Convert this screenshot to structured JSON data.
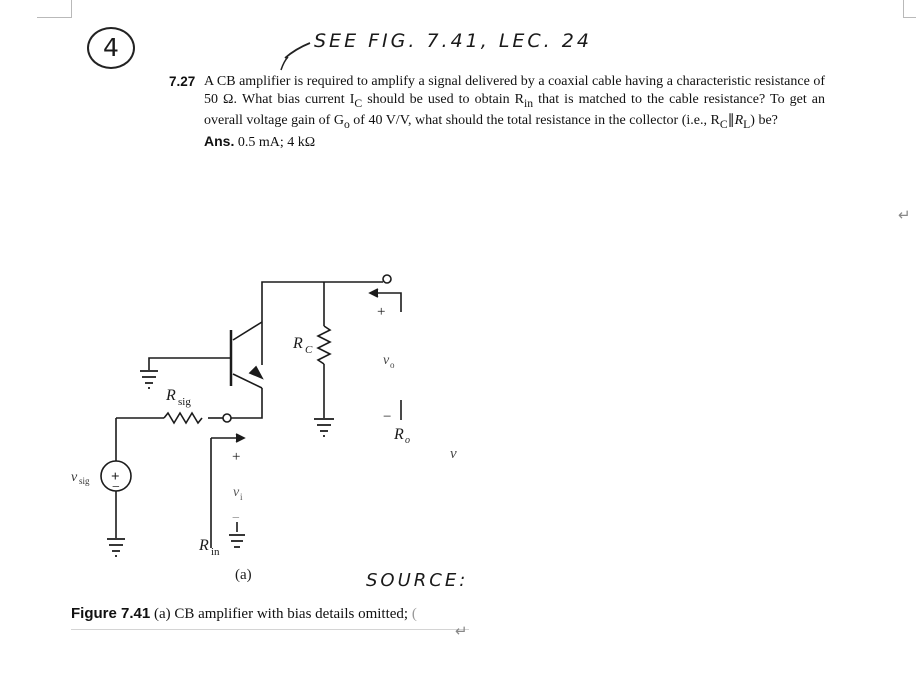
{
  "annotations": {
    "badge": "4",
    "top_note": "SEE FIG. 7.41, LEC. 24",
    "source_note": "SOURCE:"
  },
  "problem": {
    "number": "7.27",
    "lines": [
      "A CB amplifier is required to amplify a signal delivered by a coaxial cable having a characteristic",
      "resistance of 50 Ω. What bias current I",
      "should be used to obtain R",
      "that is matched to the cable",
      "resistance? To get an overall voltage gain of G",
      "of 40 V/V, what should the total resistance in the",
      "collector (i.e., R",
      ") be?"
    ],
    "sub_c": "C",
    "sub_in": "in",
    "sub_o": "o",
    "parallel": "∥",
    "r_l": "R",
    "sub_l": "L",
    "answer_label": "Ans.",
    "answer_text": "0.5 mA; 4 kΩ"
  },
  "figure": {
    "labels": {
      "rc": "R",
      "rc_sub": "C",
      "rsig": "R",
      "rsig_sub": "sig",
      "vsig": "v",
      "vsig_sub": "sig",
      "vo": "v",
      "vo_sub": "o",
      "ro": "R",
      "ro_sub": "o",
      "vi": "v",
      "vi_sub": "i",
      "rin": "R",
      "rin_sub": "in",
      "plus": "+",
      "minus": "−",
      "stray_v": "v",
      "sub_label": "(a)"
    },
    "caption_fig": "Figure 7.41",
    "caption_text": "(a) CB amplifier with bias details omitted;",
    "caption_tail": "("
  },
  "return_glyph": "↵"
}
